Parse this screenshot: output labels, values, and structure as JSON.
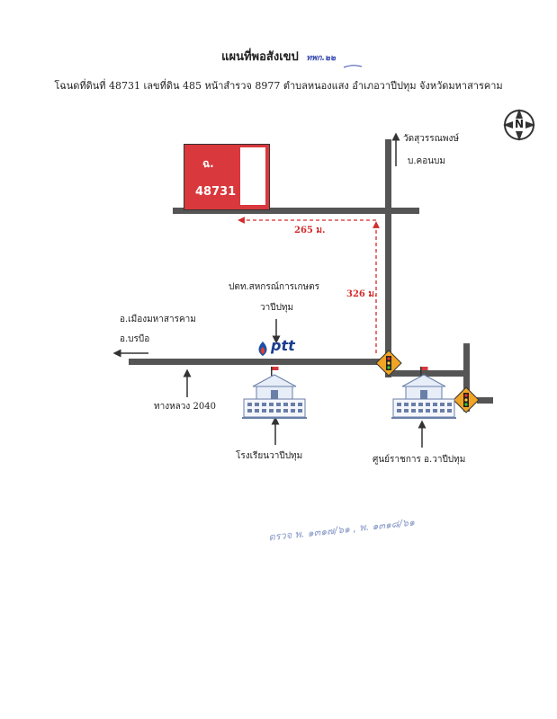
{
  "header": {
    "title": "แผนที่พอสังเขป",
    "handwritten_mark": "ทพก.๒๒",
    "subtitle": "โฉนดที่ดินที่ 48731 เลขที่ดิน 485 หน้าสำรวจ 8977 ตำบลหนองแสง อำเภอวาปีปทุม จังหวัดมหาสารคาม"
  },
  "compass": {
    "north_label": "N"
  },
  "plot": {
    "label_top": "ฉ.",
    "label_number": "48731",
    "color": "#d9383c"
  },
  "distances": {
    "horizontal": "265 ม.",
    "vertical": "326 ม.",
    "color": "#d32c2c"
  },
  "places": {
    "temple": "วัดสุวรรณพงษ์",
    "village": "บ.คอนบม",
    "coop_line1": "ปตท.สหกรณ์การเกษตร",
    "coop_line2": "วาปีปทุม",
    "to_city": "อ.เมืองมหาสารคาม",
    "to_borabue": "อ.บรบือ",
    "highway": "ทางหลวง 2040",
    "school": "โรงเรียนวาปีปทุม",
    "district_office": "ศูนย์ราชการ อ.วาปีปทุม",
    "ptt_logo": "ptt"
  },
  "footer": {
    "handwritten": "ตรวจ พ. ๑๓๑๗/๖๑ , พ. ๑๓๑๘/๖๑"
  }
}
